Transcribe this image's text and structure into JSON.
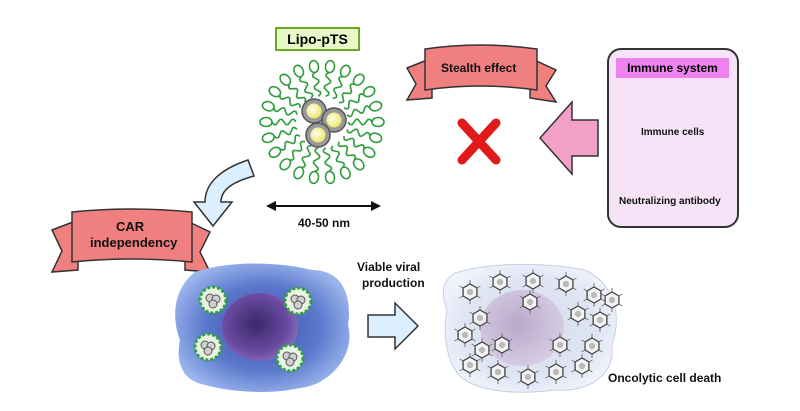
{
  "title": "Lipo-pTS",
  "size_label": "40-50 nm",
  "banners": {
    "stealth": "Stealth effect",
    "car_line1": "CAR",
    "car_line2": "independency"
  },
  "immune_system": {
    "title": "Immune system",
    "cells_label": "Immune cells",
    "antibody_label": "Neutralizing antibody"
  },
  "viable_line1": "Viable viral",
  "viable_line2": "production",
  "death_label": "Oncolytic cell  death",
  "colors": {
    "banner_fill": "#f07f7f",
    "cross": "#e01919",
    "pink_arrow": "#f2a0c8",
    "light_blue_arrow": "#dcefff",
    "lipid": "#2e9c3c",
    "virus_core": "#f3f080",
    "cell_body": "#4a63b8",
    "nucleus": "#5a3a8c"
  }
}
